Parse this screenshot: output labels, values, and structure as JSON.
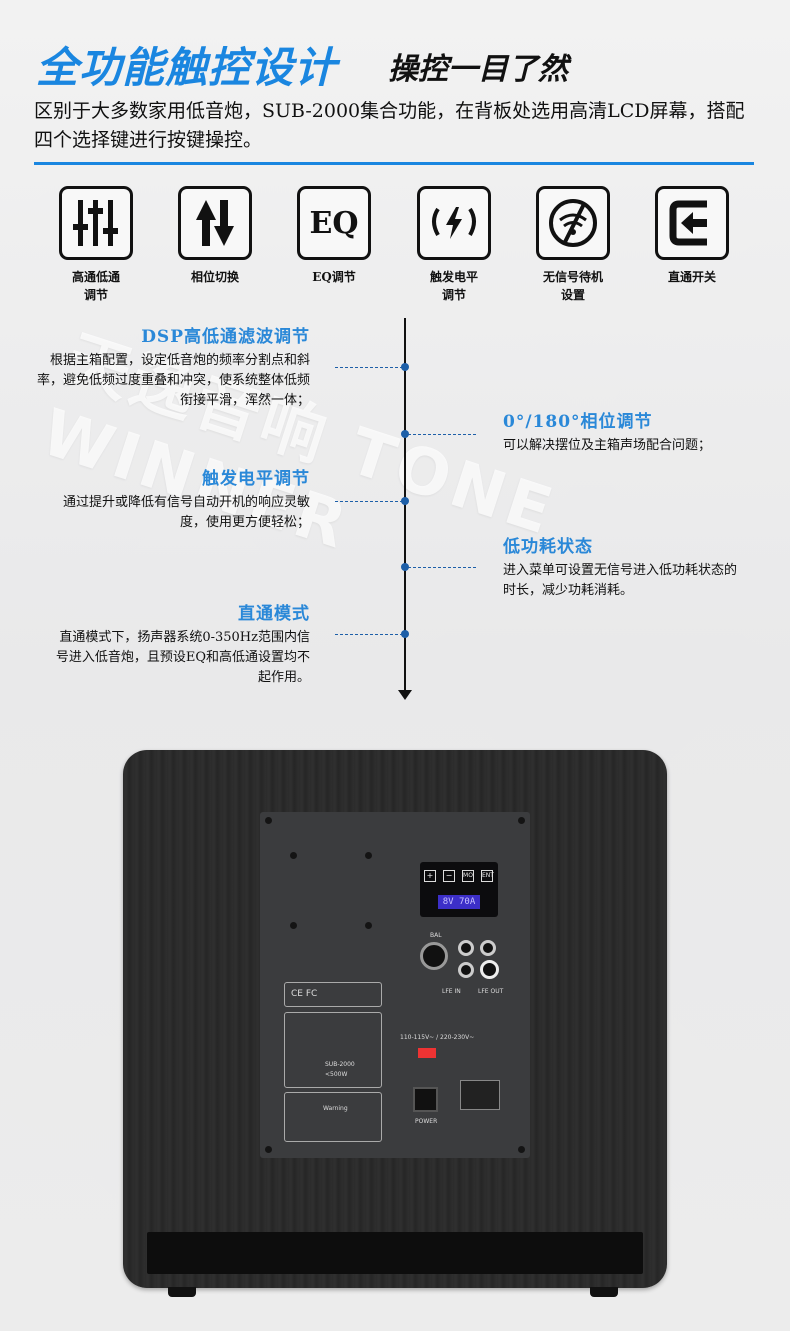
{
  "header": {
    "title": "全功能触控设计",
    "subtitle": "操控一目了然",
    "intro": "区别于大多数家用低音炮，SUB-2000集合功能，在背板处选用高清LCD屏幕，搭配四个选择键进行按键操控。",
    "accent_color": "#1a86e0"
  },
  "features": [
    {
      "icon": "sliders-icon",
      "label": "高通低通\n调节"
    },
    {
      "icon": "phase-arrows-icon",
      "label": "相位切换"
    },
    {
      "icon": "eq-icon",
      "icon_text": "EQ",
      "label": "EQ调节"
    },
    {
      "icon": "trigger-bolt-icon",
      "label": "触发电平\n调节"
    },
    {
      "icon": "no-signal-icon",
      "label": "无信号待机\n设置"
    },
    {
      "icon": "bypass-icon",
      "label": "直通开关"
    }
  ],
  "timeline": [
    {
      "title": "DSP高低通滤波调节",
      "text": "根据主箱配置，设定低音炮的频率分割点和斜率，避免低频过度重叠和冲突，使系统整体低频衔接平滑，浑然一体；"
    },
    {
      "title": "0°/180°相位调节",
      "text": "可以解决摆位及主箱声场配合问题；"
    },
    {
      "title": "触发电平调节",
      "text": "通过提升或降低有信号自动开机的响应灵敏度，使用更方便轻松；"
    },
    {
      "title": "低功耗状态",
      "text": "进入菜单可设置无信号进入低功耗状态的时长，减少功耗消耗。"
    },
    {
      "title": "直通模式",
      "text": "直通模式下，扬声器系统0-350Hz范围内信号进入低音炮，且预设EQ和高低通设置均不起作用。"
    }
  ],
  "watermark": "天逸音响 TONE WINNER",
  "panel": {
    "keys": [
      "+",
      "−",
      "MO",
      "ENT"
    ],
    "lcd": "8V  70A",
    "labels": {
      "bal": "BAL",
      "lfe_in": "LFE IN",
      "lfe_out": "LFE OUT",
      "ce": "CE FC",
      "model": "SUB-2000",
      "power_rating": "<500W",
      "warning": "Warning",
      "power": "POWER",
      "voltage": "110-115V~ / 220-230V~"
    }
  }
}
